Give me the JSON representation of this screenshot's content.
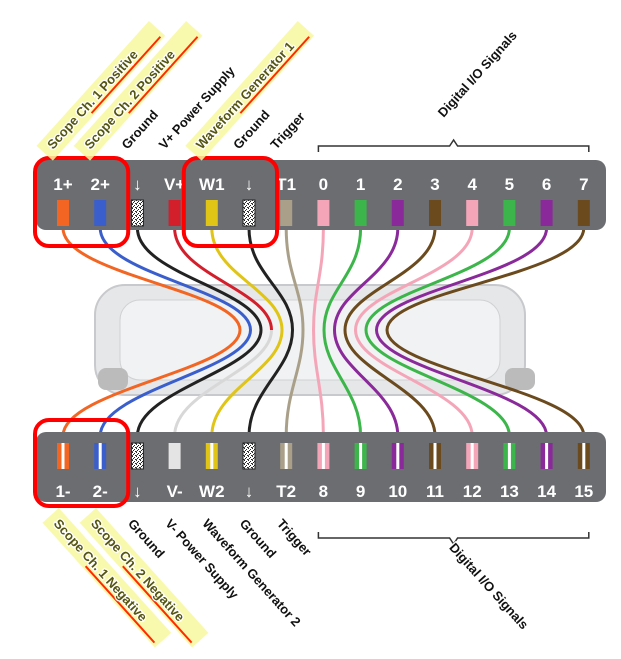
{
  "colors": {
    "header_bar": "#6b6d70",
    "highlight_box": "#ff0000",
    "label_highlight": "#f8f8a0",
    "underline": "#ff2a00",
    "device_body": "#e6e7e9"
  },
  "top_row": {
    "pins": [
      {
        "label": "1+",
        "color": "#f26522"
      },
      {
        "label": "2+",
        "color": "#3a5fcd"
      },
      {
        "label": "↓",
        "color": "#222222",
        "speckled": true
      },
      {
        "label": "V+",
        "color": "#d21f2b"
      },
      {
        "label": "W1",
        "color": "#e0c416"
      },
      {
        "label": "↓",
        "color": "#222222",
        "speckled": true
      },
      {
        "label": "T1",
        "color": "#aaa08a"
      },
      {
        "label": "0",
        "color": "#f4a6b8"
      },
      {
        "label": "1",
        "color": "#3cb64a"
      },
      {
        "label": "2",
        "color": "#8a2a9a"
      },
      {
        "label": "3",
        "color": "#6b4a1e"
      },
      {
        "label": "4",
        "color": "#f4a6b8"
      },
      {
        "label": "5",
        "color": "#3cb64a"
      },
      {
        "label": "6",
        "color": "#8a2a9a"
      },
      {
        "label": "7",
        "color": "#6b4a1e"
      }
    ],
    "labels": [
      {
        "pin": 0,
        "text": "Scope Ch. 1 Positive",
        "highlighted": true
      },
      {
        "pin": 1,
        "text": "Scope Ch. 2 Positive",
        "highlighted": true
      },
      {
        "pin": 2,
        "text": "Ground",
        "highlighted": false
      },
      {
        "pin": 3,
        "text": "V+ Power Supply",
        "highlighted": false
      },
      {
        "pin": 4,
        "text": "Waveform Generator 1",
        "highlighted": true
      },
      {
        "pin": 5,
        "text": "Ground",
        "highlighted": false
      },
      {
        "pin": 6,
        "text": "Trigger",
        "highlighted": false
      }
    ],
    "group_label": "Digital I/O Signals"
  },
  "bottom_row": {
    "pins": [
      {
        "label": "1-",
        "color": "#f26522",
        "striped": true
      },
      {
        "label": "2-",
        "color": "#3a5fcd",
        "striped": true
      },
      {
        "label": "↓",
        "color": "#222222",
        "speckled": true
      },
      {
        "label": "V-",
        "color": "#e4e4e4"
      },
      {
        "label": "W2",
        "color": "#e0c416",
        "striped": true
      },
      {
        "label": "↓",
        "color": "#222222",
        "speckled": true
      },
      {
        "label": "T2",
        "color": "#aaa08a",
        "striped": true
      },
      {
        "label": "8",
        "color": "#f4a6b8",
        "striped": true
      },
      {
        "label": "9",
        "color": "#3cb64a",
        "striped": true
      },
      {
        "label": "10",
        "color": "#8a2a9a",
        "striped": true
      },
      {
        "label": "11",
        "color": "#6b4a1e",
        "striped": true
      },
      {
        "label": "12",
        "color": "#f4a6b8",
        "striped": true
      },
      {
        "label": "13",
        "color": "#3cb64a",
        "striped": true
      },
      {
        "label": "14",
        "color": "#8a2a9a",
        "striped": true
      },
      {
        "label": "15",
        "color": "#6b4a1e",
        "striped": true
      }
    ],
    "labels": [
      {
        "pin": 0,
        "text": "Scope Ch. 1 Negative",
        "highlighted": true
      },
      {
        "pin": 1,
        "text": "Scope Ch. 2 Negative",
        "highlighted": true
      },
      {
        "pin": 2,
        "text": "Ground",
        "highlighted": false
      },
      {
        "pin": 3,
        "text": "V- Power Supply",
        "highlighted": false
      },
      {
        "pin": 4,
        "text": "Waveform Generator 2",
        "highlighted": false
      },
      {
        "pin": 5,
        "text": "Ground",
        "highlighted": false
      },
      {
        "pin": 6,
        "text": "Trigger",
        "highlighted": false
      }
    ],
    "group_label": "Digital I/O Signals"
  },
  "highlight_boxes": [
    {
      "row": "top",
      "pins": [
        0,
        1
      ]
    },
    {
      "row": "top",
      "pins": [
        4,
        5
      ]
    },
    {
      "row": "bottom",
      "pins": [
        0,
        1
      ]
    }
  ]
}
